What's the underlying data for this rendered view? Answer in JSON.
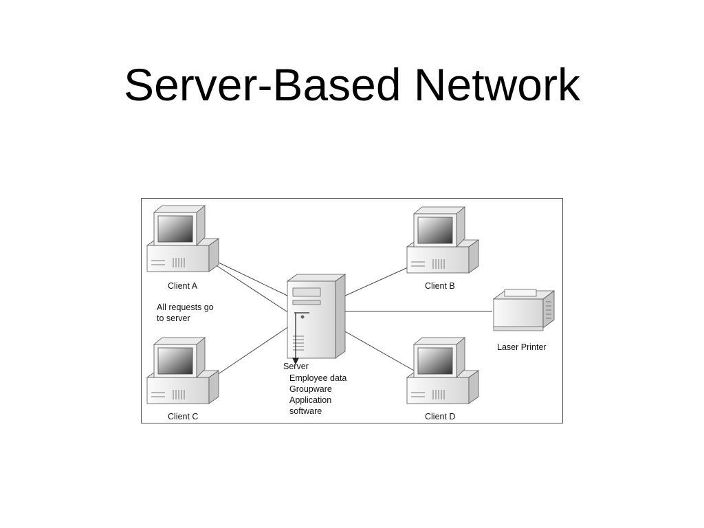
{
  "title": "Server-Based Network",
  "diagram": {
    "clients": [
      {
        "id": "a",
        "label": "Client A"
      },
      {
        "id": "b",
        "label": "Client B"
      },
      {
        "id": "c",
        "label": "Client C"
      },
      {
        "id": "d",
        "label": "Client D"
      }
    ],
    "note_lines": [
      "All requests go",
      "to server"
    ],
    "server": {
      "label": "Server",
      "contents": [
        "Employee data",
        "Groupware",
        "Application",
        "software"
      ]
    },
    "printer": {
      "label": "Laser Printer"
    },
    "colors": {
      "line": "#444444",
      "device_light": "#f2f2f2",
      "device_mid": "#cfcfcf",
      "device_dark": "#8a8a8a",
      "screen": "#3a3a3a"
    }
  }
}
